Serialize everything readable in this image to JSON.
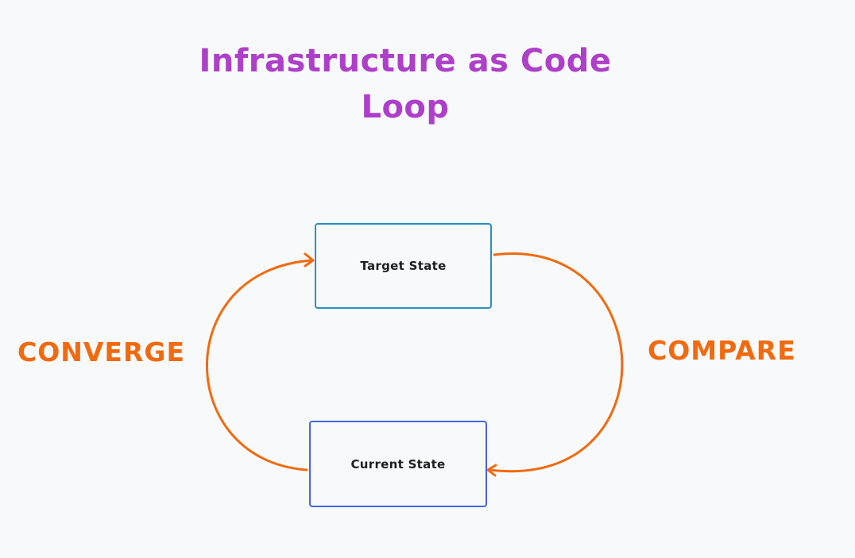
{
  "title": {
    "line1": "Infrastructure as Code",
    "line2": "Loop",
    "color": "#ad3fc9"
  },
  "nodes": {
    "target": {
      "label": "Target State",
      "border_color": "#2b8fc4"
    },
    "current": {
      "label": "Current State",
      "border_color": "#4366e0"
    }
  },
  "edges": {
    "converge": {
      "label": "CONVERGE",
      "from": "Current State",
      "to": "Target State"
    },
    "compare": {
      "label": "COMPARE",
      "from": "Target State",
      "to": "Current State"
    },
    "color": "#f16a0f"
  }
}
